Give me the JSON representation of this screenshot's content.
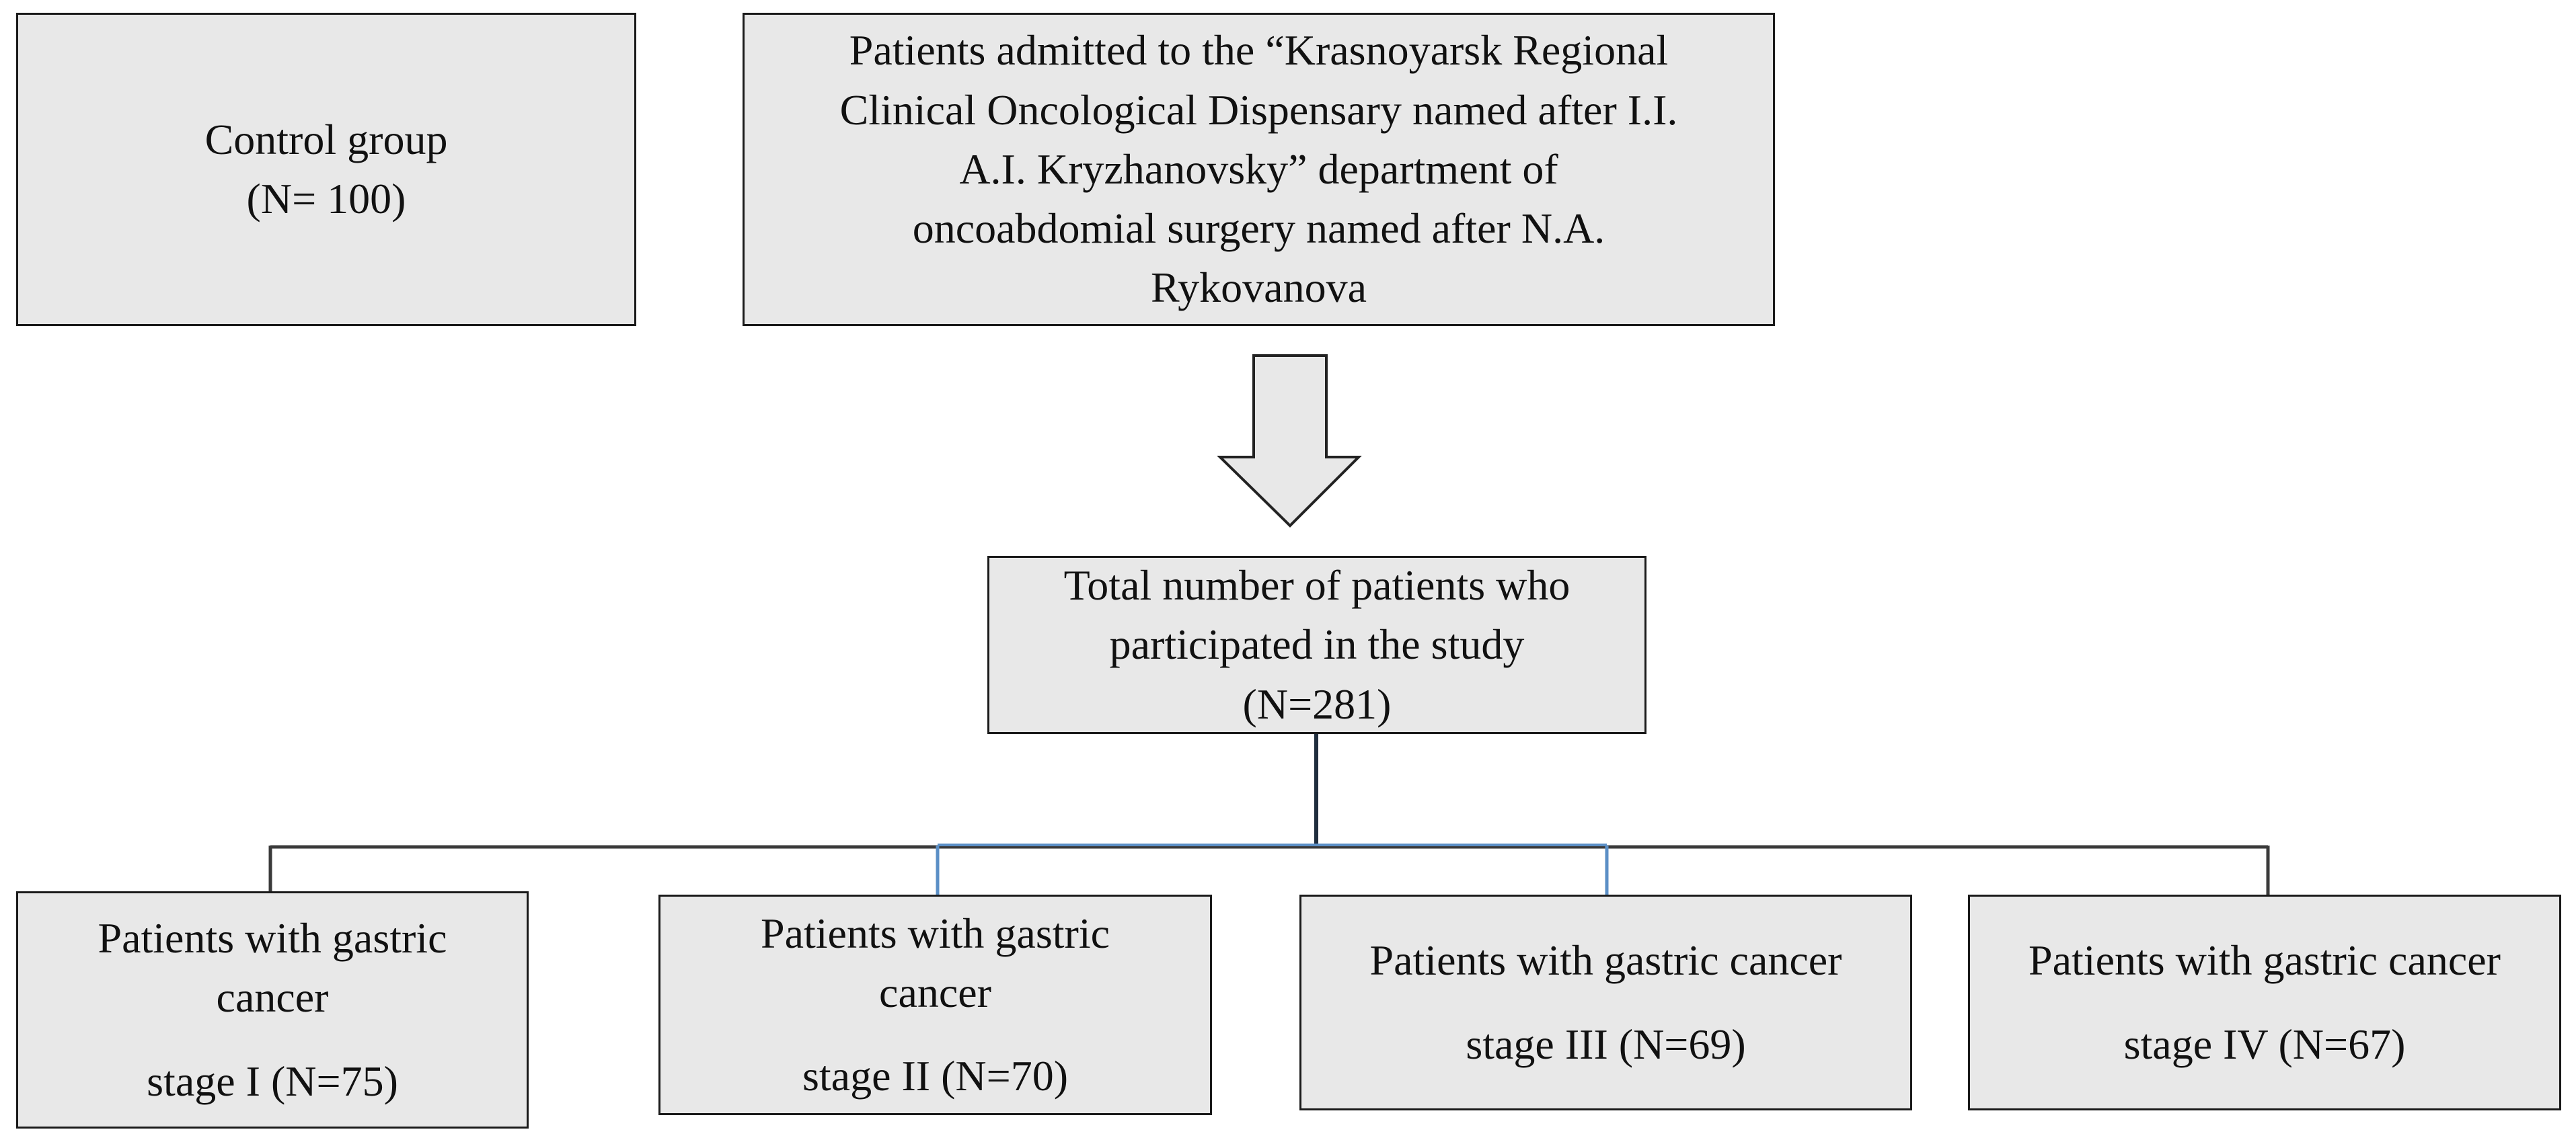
{
  "nodes": {
    "control": {
      "lines": [
        "Control group",
        "(N= 100)"
      ]
    },
    "admitted": {
      "lines": [
        "Patients admitted to the “Krasnoyarsk Regional",
        "Clinical Oncological Dispensary named after I.I.",
        "A.I. Kryzhanovsky” department of",
        "oncoabdomial surgery named after N.A.",
        "Rykovanova"
      ]
    },
    "total": {
      "lines": [
        "Total number of patients who",
        "participated in the study",
        "(N=281)"
      ]
    },
    "stage1": {
      "lines": [
        "Patients with gastric",
        "cancer",
        "stage I (N=75)"
      ]
    },
    "stage2": {
      "lines": [
        "Patients with gastric",
        "cancer",
        "stage II (N=70)"
      ]
    },
    "stage3": {
      "lines": [
        "Patients with gastric cancer",
        "stage III (N=69)"
      ]
    },
    "stage4": {
      "lines": [
        "Patients with gastric cancer",
        "stage IV (N=67)"
      ]
    }
  },
  "colors": {
    "box_fill": "#e8e8e8",
    "box_border": "#1a1a1a",
    "connector_dark": "#3a3a3a",
    "connector_blue": "#5b8fc6",
    "arrow_fill": "#e8e8e8"
  }
}
